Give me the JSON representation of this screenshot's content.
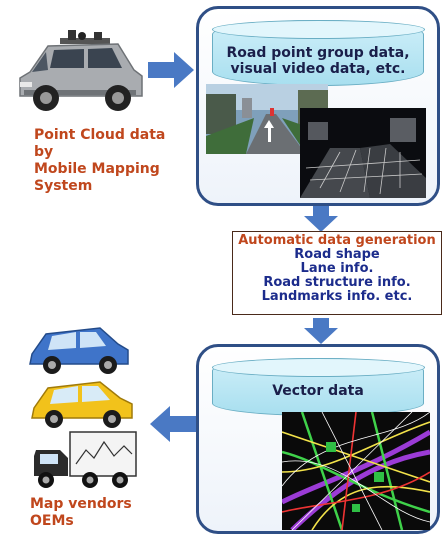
{
  "source": {
    "label_lines": [
      "Point Cloud data by",
      "Mobile Mapping",
      "System"
    ]
  },
  "panel_top": {
    "cylinder_lines": [
      "Road point group data,",
      "visual video data, etc."
    ]
  },
  "process": {
    "title": "Automatic data generation",
    "lines": [
      "Road shape",
      "Lane info.",
      "Road structure info.",
      "Landmarks info. etc."
    ]
  },
  "panel_bottom": {
    "cylinder_label": "Vector data"
  },
  "consumers": {
    "label_lines": [
      "Map vendors",
      "OEMs"
    ]
  },
  "colors": {
    "accent_blue": "#4a79c4",
    "panel_border": "#2f4f86",
    "title_orange": "#c0471d",
    "text_navy": "#1c2c8c"
  },
  "icons": [
    "mapping-car-icon",
    "blue-car-icon",
    "yellow-car-icon",
    "truck-icon"
  ]
}
